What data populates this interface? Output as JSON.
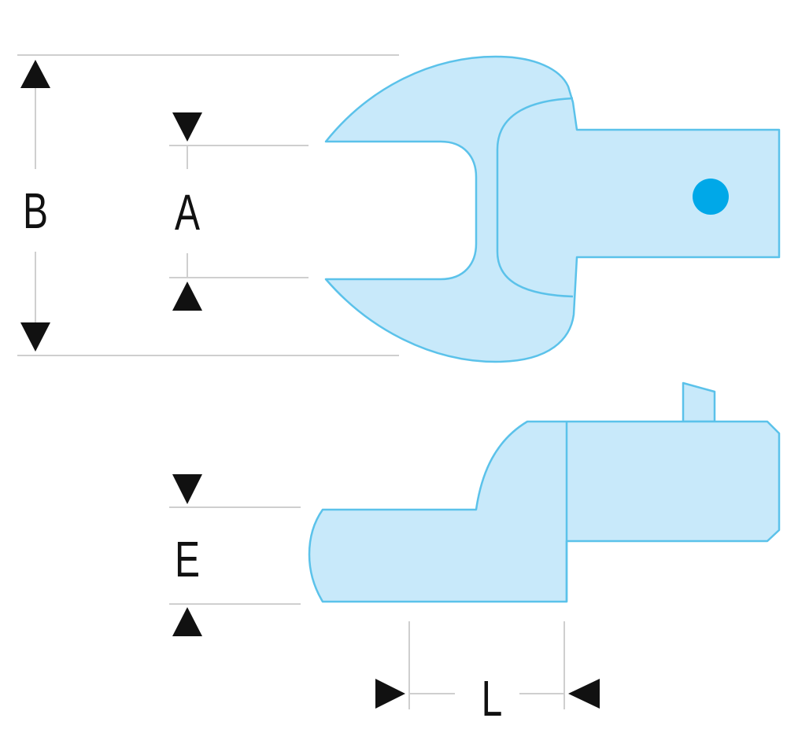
{
  "labels": {
    "B": "B",
    "A": "A",
    "E": "E",
    "L": "L"
  },
  "colors": {
    "fill": "#c8e9fa",
    "outline": "#5bc2ea",
    "dot": "#00a8e8",
    "dimension": "#cfcfcf",
    "text": "#111111"
  }
}
